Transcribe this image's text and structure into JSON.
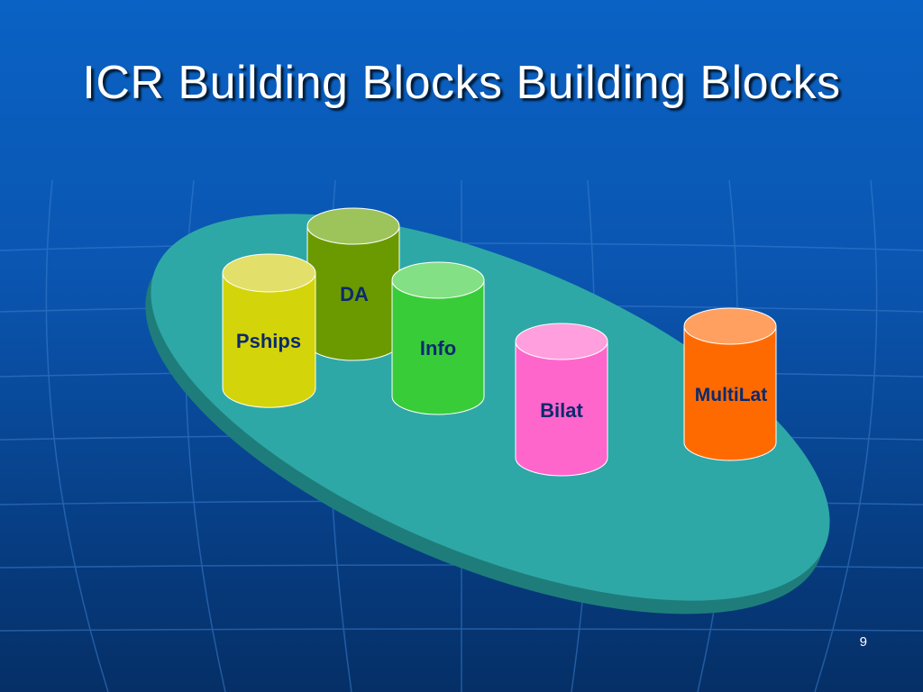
{
  "slide": {
    "title": "ICR Building Blocks Building Blocks",
    "page_number": "9"
  },
  "blocks": [
    {
      "label": "DA",
      "color": "#6b9a00",
      "top_color": "#9cc45a",
      "text_color": "#0b2a6e"
    },
    {
      "label": "Pships",
      "color": "#d4d40a",
      "top_color": "#e2e06a",
      "text_color": "#0b2a6e"
    },
    {
      "label": "Info",
      "color": "#39cc39",
      "top_color": "#84e084",
      "text_color": "#0b2a6e"
    },
    {
      "label": "Bilat",
      "color": "#ff66cc",
      "top_color": "#ff9fdd",
      "text_color": "#0b2a6e"
    },
    {
      "label": "MultiLat",
      "color": "#ff6a00",
      "top_color": "#ffa060",
      "text_color": "#0b2a6e"
    }
  ],
  "colors": {
    "platform": "#2ea8a6",
    "platform_edge": "#1d7a78",
    "grid_line": "#3a82d6"
  }
}
